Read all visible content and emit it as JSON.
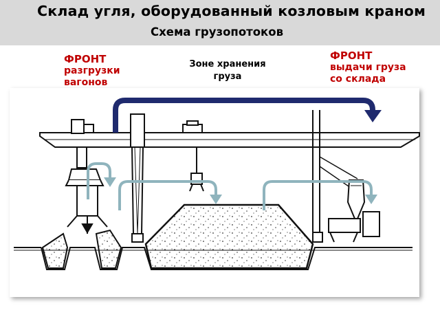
{
  "header": {
    "title": "Склад  угля, оборудованный  козловым краном",
    "subtitle": "Схема грузопотоков"
  },
  "labels": {
    "left": {
      "line1": "ФРОНТ",
      "line2": "разгрузки",
      "line3": "вагонов"
    },
    "middle": {
      "line1": "Зоне хранения",
      "line2": "груза"
    },
    "right": {
      "line1": "ФРОНТ",
      "line2": "выдачи груза",
      "line3": "со склада"
    }
  },
  "colors": {
    "header_bg": "#d9d9d9",
    "front_label": "#c00000",
    "crane_arrow": "#1f2a6e",
    "flow_arrow": "#8fb4bd"
  }
}
